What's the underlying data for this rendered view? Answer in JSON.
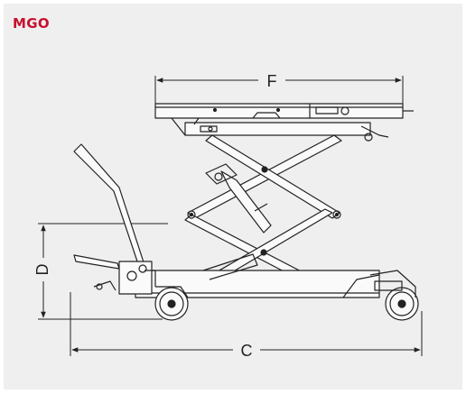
{
  "title": "MGO",
  "accent_color": "#c8102e",
  "dimensions": {
    "width_platform": "F",
    "length_overall": "C",
    "height_handle": "D"
  }
}
